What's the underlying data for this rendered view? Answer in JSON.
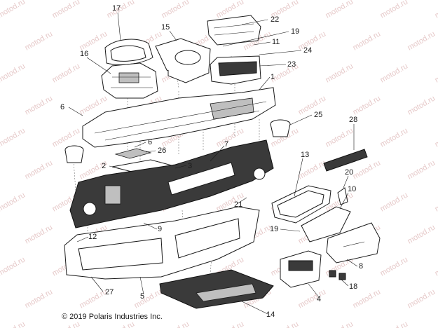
{
  "watermark": "motod.ru",
  "copyright": "© 2019 Polaris Industries Inc.",
  "callouts": [
    "17",
    "22",
    "15",
    "19",
    "16",
    "11",
    "24",
    "23",
    "1",
    "6",
    "25",
    "28",
    "6",
    "26",
    "7",
    "2",
    "3",
    "13",
    "20",
    "10",
    "21",
    "9",
    "19",
    "12",
    "8",
    "27",
    "5",
    "4",
    "18",
    "14"
  ]
}
